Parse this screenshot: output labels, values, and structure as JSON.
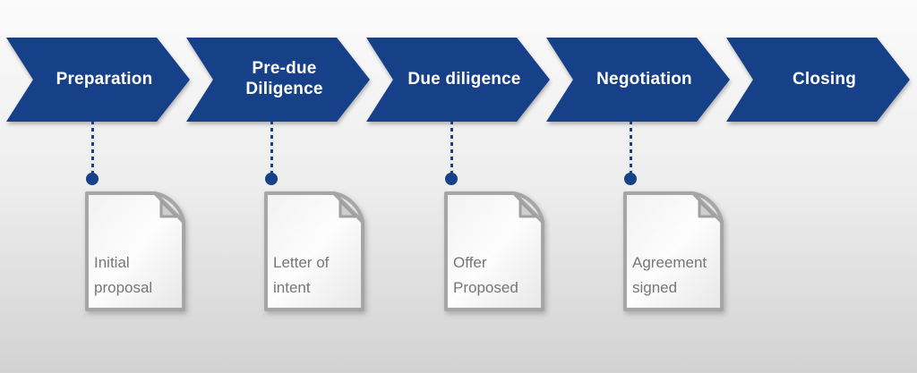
{
  "diagram": {
    "type": "process-flow",
    "orientation": "horizontal",
    "step_count": 5
  },
  "steps": [
    {
      "label": "Preparation",
      "document": "Initial proposal"
    },
    {
      "label": "Pre-due Diligence",
      "document": "Letter of intent"
    },
    {
      "label": "Due diligence",
      "document": "Offer Proposed"
    },
    {
      "label": "Negotiation",
      "document": "Agreement signed"
    },
    {
      "label": "Closing"
    }
  ],
  "icons": {
    "step_shape": "chevron-arrow-right",
    "document_shape": "page-with-folded-corner",
    "connector_shape": "vertical-dotted-line-with-dot"
  },
  "colors": {
    "arrow_fill": "#164189",
    "arrow_text": "#ffffff",
    "connector": "#164189",
    "doc_border": "#a6a6a6",
    "doc_fill_light": "#fcfcfc",
    "doc_fill_dark": "#e7e7e7",
    "doc_fold_fill": "#e2e2e2",
    "doc_fold_inner": "#cfcfcf",
    "doc_text": "#767676",
    "background_top": "#fbfbfb",
    "background_bottom": "#d2d2d2"
  }
}
